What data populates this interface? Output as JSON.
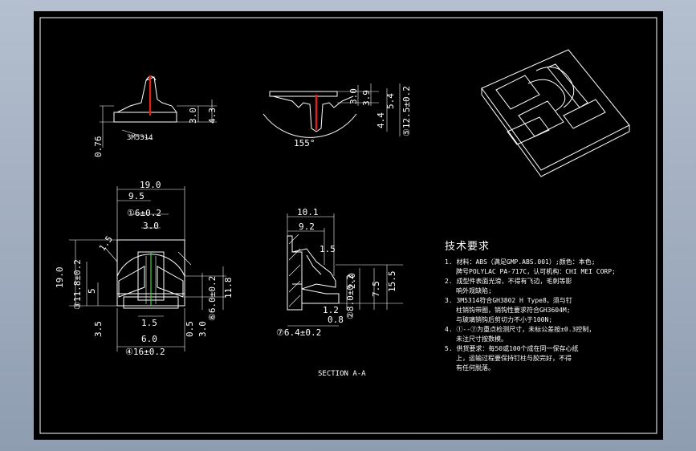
{
  "dims": {
    "top_076": "0.76",
    "top_30": "3.0",
    "top_43": "4.3",
    "top_part": "3M5314",
    "side_30": "3.0",
    "side_39": "3.9",
    "side_54": "5.4",
    "side_44": "4.4",
    "side_125": "⑤12.5±0.2",
    "side_angle": "155°",
    "front_190w": "19.0",
    "front_95": "9.5",
    "front_6": "①6±0.2",
    "front_30": "3.0",
    "front_15": "1.5",
    "front_190h": "19.0",
    "front_118": "③11.8±0.2",
    "front_5": "5",
    "front_60": "⑥6.0±0.2",
    "front_118r": "11.8",
    "front_35": "3.5",
    "front_15b": "1.5",
    "front_05": "0.5",
    "front_30b": "3.0",
    "front_60b": "6.0",
    "front_16": "④16±0.2",
    "sec_101": "10.1",
    "sec_92": "9.2",
    "sec_15": "1.5",
    "sec_20": "2.0",
    "sec_155": "15.5",
    "sec_75": "7.5",
    "sec_12": "1.2",
    "sec_08": "0.8",
    "sec_80": "②8.0±0.2",
    "sec_64": "⑦6.4±0.2",
    "section_label": "SECTION A-A"
  },
  "tech": {
    "title": "技术要求",
    "lines": [
      "1. 材料：ABS（满足GMP.ABS.001）;颜色：本色;",
      "牌号POLYLAC PA-717C，认可机构：CHI MEI CORP;",
      "2. 成型件表面光滑，不得有飞边，毛刺等影",
      "响外观缺陷;",
      "3. 3M5314符合GH3802 H Type8，须与钉",
      "柱销钩带圈，销钩性要求符合GH3604M;",
      "与玻璃销钩后剪切力不小于100N;",
      "4. ①--⑦为重点检测尺寸，未标公差按±0.3控制，",
      "未注尺寸按数模。",
      "5. 供货要求：每50或100个成在同一保存心纸",
      "上，运输过程要保持钉柱与胶完好，不得",
      "有任何脱落。"
    ]
  }
}
